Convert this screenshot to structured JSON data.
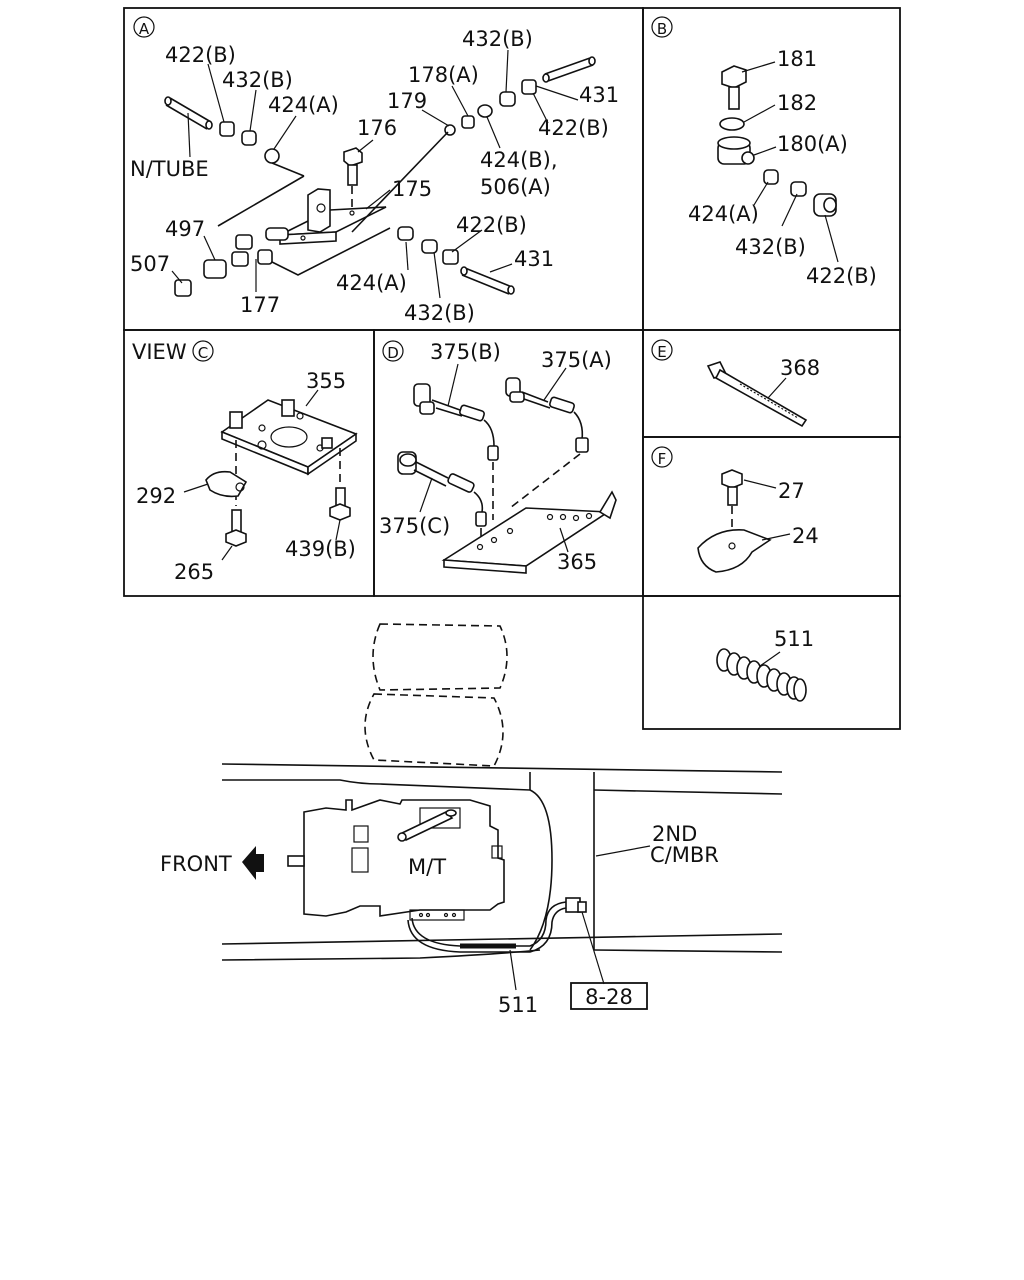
{
  "panels": {
    "a": {
      "marker": "A",
      "labels": [
        "422(B)",
        "432(B)",
        "424(A)",
        "N/TUBE",
        "179",
        "178(A)",
        "176",
        "432(B)",
        "431",
        "422(B)",
        "424(B),",
        "506(A)",
        "175",
        "497",
        "507",
        "177",
        "422(B)",
        "431",
        "424(A)",
        "432(B)"
      ]
    },
    "b": {
      "marker": "B",
      "labels": [
        "181",
        "182",
        "180(A)",
        "424(A)",
        "432(B)",
        "422(B)"
      ]
    },
    "c": {
      "view_prefix": "VIEW",
      "marker": "C",
      "labels": [
        "355",
        "292",
        "439(B)",
        "265"
      ]
    },
    "d": {
      "marker": "D",
      "labels": [
        "375(B)",
        "375(A)",
        "375(C)",
        "365"
      ]
    },
    "e": {
      "marker": "E",
      "labels": [
        "368"
      ]
    },
    "f": {
      "marker": "F",
      "labels": [
        "27",
        "24"
      ]
    },
    "g": {
      "labels": [
        "511"
      ]
    }
  },
  "main": {
    "front_label": "FRONT",
    "transmission_label": "M/T",
    "crossmember_label_line1": "2ND",
    "crossmember_label_line2": "C/MBR",
    "hose_label": "511",
    "reference_box": "8-28"
  }
}
